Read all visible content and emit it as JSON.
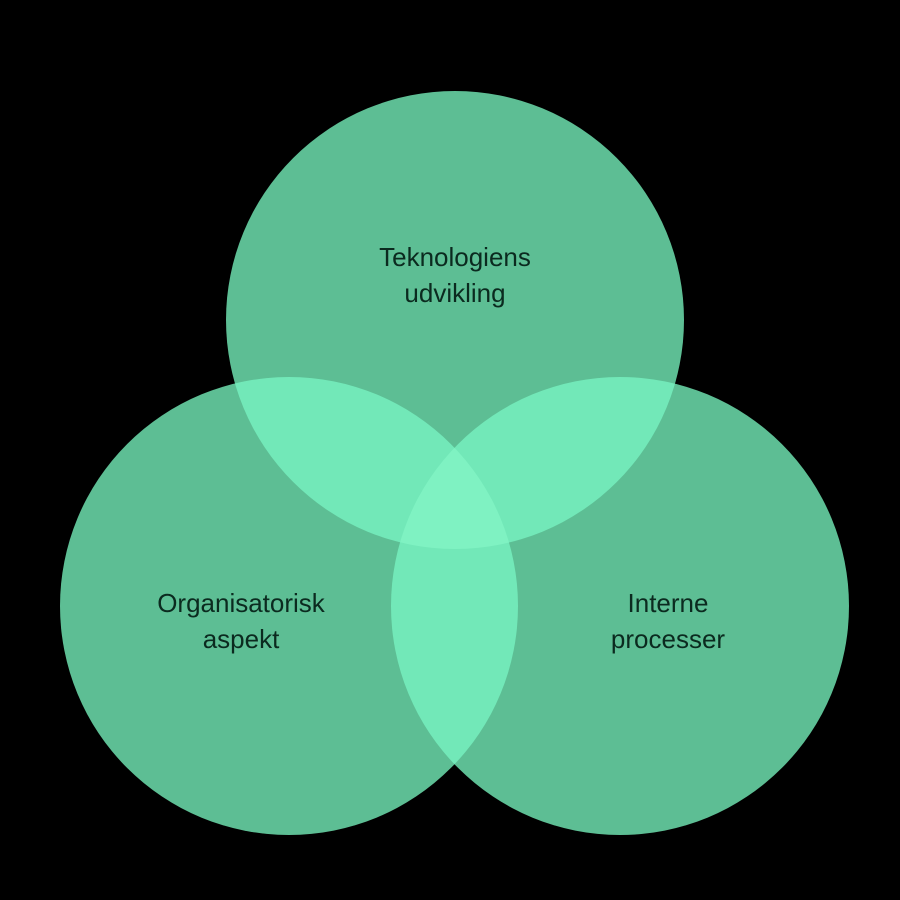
{
  "diagram": {
    "type": "venn",
    "circles": [
      {
        "id": "top",
        "lines": [
          "Teknologiens",
          "udvikling"
        ]
      },
      {
        "id": "left",
        "lines": [
          "Organisatorisk",
          "aspekt"
        ]
      },
      {
        "id": "right",
        "lines": [
          "Interne",
          "processer"
        ]
      }
    ]
  },
  "colors": {
    "background": "#000000",
    "circle_fill": "#5dbe94",
    "pair_overlap": "#72e8b8",
    "center_overlap": "#7ff2c2",
    "label_text": "#0b2a1f"
  }
}
